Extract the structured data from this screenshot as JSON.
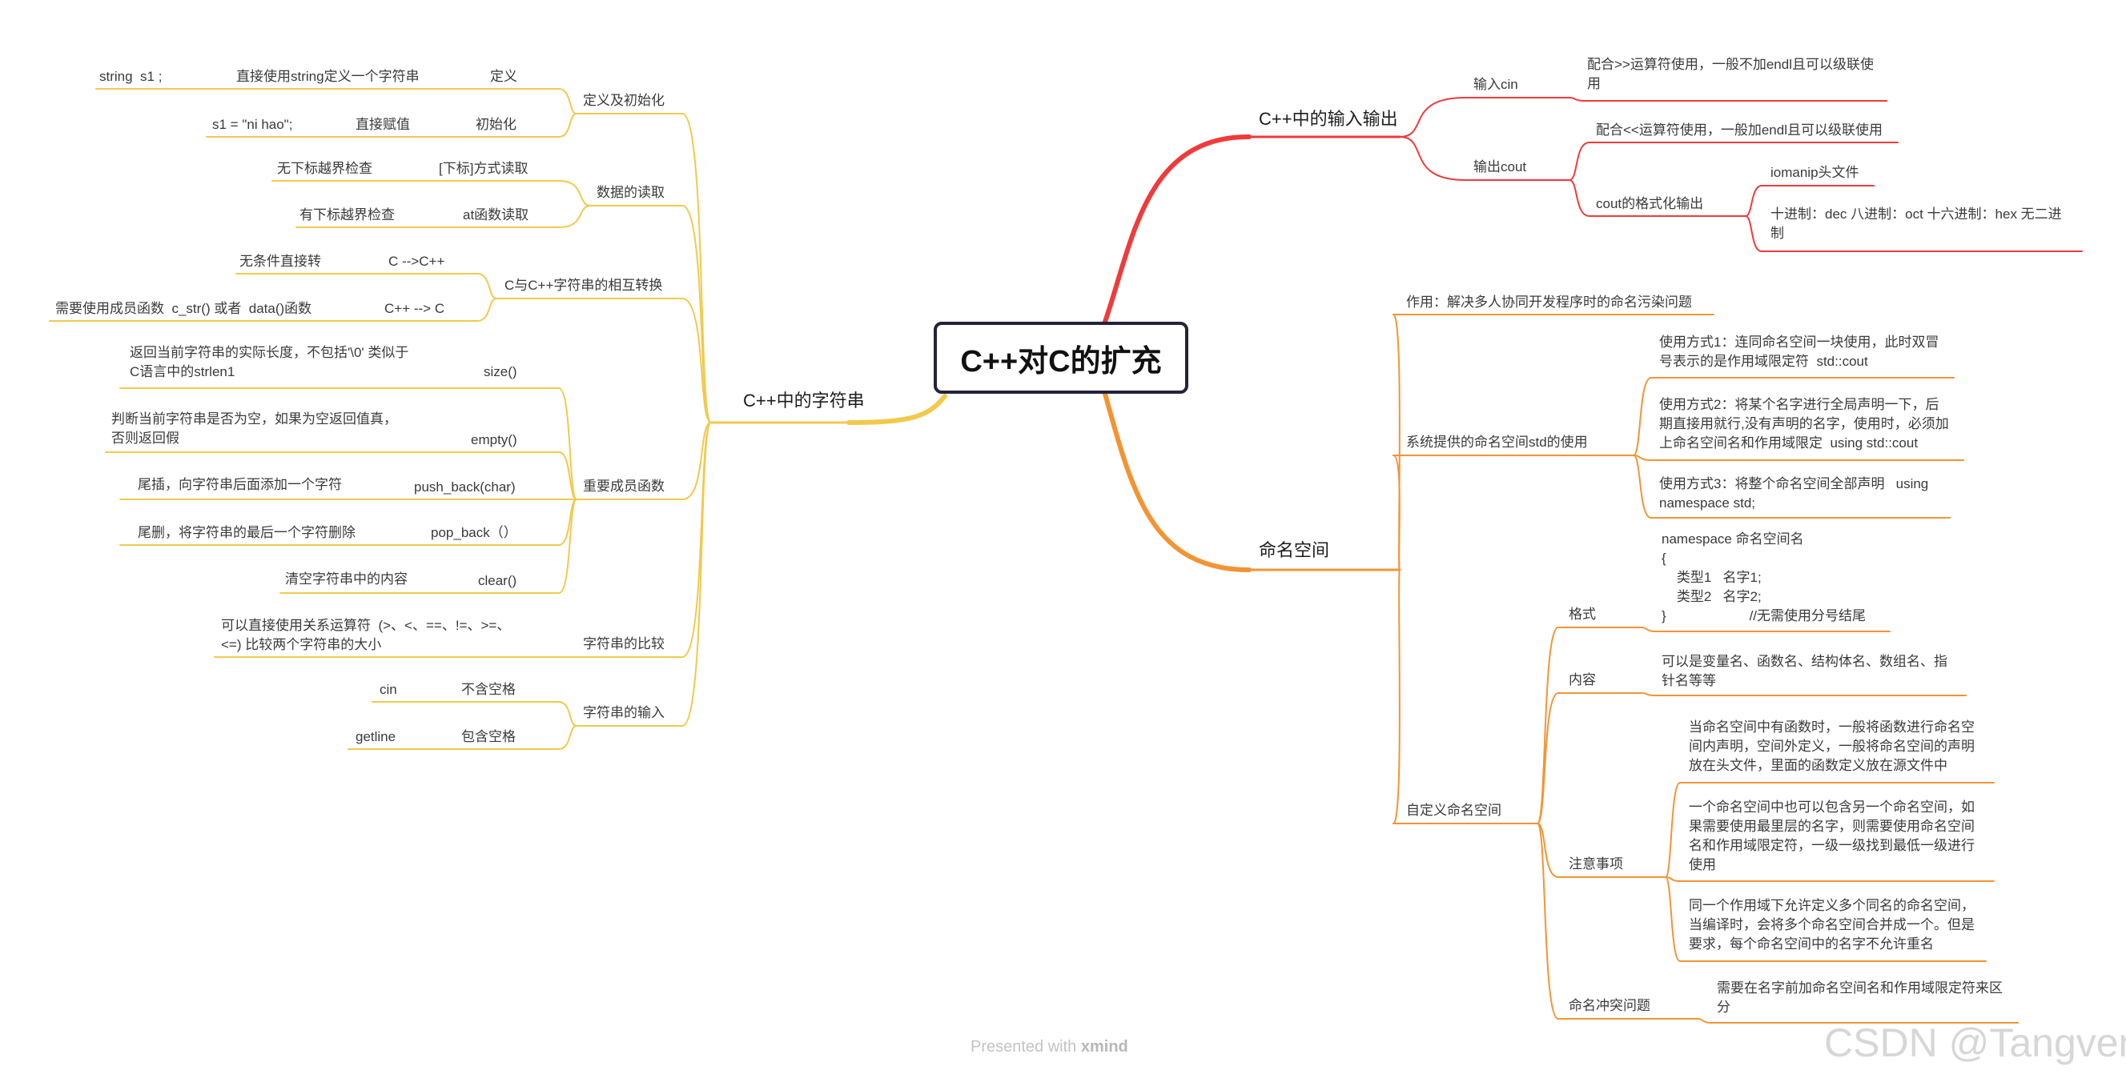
{
  "root": {
    "title": "C++对C的扩充"
  },
  "colors": {
    "io": "#ef3b3b",
    "namespace": "#f39434",
    "string": "#f2c94c",
    "edge_dark": "#24223d"
  },
  "io": {
    "title": "C++中的输入输出",
    "cin": {
      "label": "输入cin",
      "desc": "配合>>运算符使用，一般不加endl且可以级联使\n用"
    },
    "cout": {
      "label": "输出cout",
      "desc": "配合<<运算符使用，一般加endl且可以级联使用",
      "format": {
        "label": "cout的格式化输出",
        "header": "iomanip头文件",
        "bases": "十进制：dec 八进制：oct 十六进制：hex 无二进\n制"
      }
    }
  },
  "ns": {
    "title": "命名空间",
    "purpose": "作用：解决多人协同开发程序时的命名污染问题",
    "std": {
      "label": "系统提供的命名空间std的使用",
      "ways": [
        "使用方式1：连同命名空间一块使用，此时双冒\n号表示的是作用域限定符  std::cout",
        "使用方式2：将某个名字进行全局声明一下，后\n期直接用就行,没有声明的名字，使用时，必须加\n上命名空间名和作用域限定  using std::cout",
        "使用方式3：将整个命名空间全部声明   using\nnamespace std;"
      ]
    },
    "custom": {
      "label": "自定义命名空间",
      "format": {
        "label": "格式",
        "code": "namespace 命名空间名\n{\n    类型1   名字1;\n    类型2   名字2;\n}                      //无需使用分号结尾"
      },
      "content": {
        "label": "内容",
        "desc": "可以是变量名、函数名、结构体名、数组名、指\n针名等等"
      },
      "notes": {
        "label": "注意事项",
        "items": [
          "当命名空间中有函数时，一般将函数进行命名空\n间内声明，空间外定义，一般将命名空间的声明\n放在头文件，里面的函数定义放在源文件中",
          "一个命名空间中也可以包含另一个命名空间，如\n果需要使用最里层的名字，则需要使用命名空间\n名和作用域限定符，一级一级找到最低一级进行\n使用",
          "同一个作用域下允许定义多个同名的命名空间，\n当编译时，会将多个命名空间合并成一个。但是\n要求，每个命名空间中的名字不允许重名"
        ]
      },
      "conflict": {
        "label": "命名冲突问题",
        "desc": "需要在名字前加命名空间名和作用域限定符来区\n分"
      }
    }
  },
  "str": {
    "title": "C++中的字符串",
    "def": {
      "label": "定义及初始化",
      "rows": [
        {
          "code": "string  s1 ;",
          "desc": "直接使用string定义一个字符串",
          "tag": "定义"
        },
        {
          "code": "s1 = \"ni hao\";",
          "desc": "直接赋值",
          "tag": "初始化"
        }
      ]
    },
    "read": {
      "label": "数据的读取",
      "rows": [
        {
          "desc": "无下标越界检查",
          "tag": "[下标]方式读取"
        },
        {
          "desc": "有下标越界检查",
          "tag": "at函数读取"
        }
      ]
    },
    "conv": {
      "label": "C与C++字符串的相互转换",
      "rows": [
        {
          "desc": "无条件直接转",
          "tag": "C -->C++"
        },
        {
          "desc": "需要使用成员函数  c_str() 或者  data()函数",
          "tag": "C++ --> C"
        }
      ]
    },
    "members": {
      "label": "重要成员函数",
      "rows": [
        {
          "desc": "返回当前字符串的实际长度，不包括'\\0' 类似于\nC语言中的strlen1",
          "tag": "size()"
        },
        {
          "desc": "判断当前字符串是否为空，如果为空返回值真，\n否则返回假",
          "tag": "empty()"
        },
        {
          "desc": "尾插，向字符串后面添加一个字符",
          "tag": "push_back(char)"
        },
        {
          "desc": "尾删，将字符串的最后一个字符删除",
          "tag": "pop_back（）"
        },
        {
          "desc": "清空字符串中的内容",
          "tag": "clear()"
        }
      ]
    },
    "cmp": {
      "label": "字符串的比较",
      "desc": "可以直接使用关系运算符  (>、<、==、!=、>=、\n<=) 比较两个字符串的大小"
    },
    "input": {
      "label": "字符串的输入",
      "rows": [
        {
          "code": "cin",
          "tag": "不含空格"
        },
        {
          "code": "getline",
          "tag": "包含空格"
        }
      ]
    }
  },
  "footer": {
    "prefix": "Presented with ",
    "brand": "xmind"
  },
  "watermark": "CSDN @Tangver"
}
